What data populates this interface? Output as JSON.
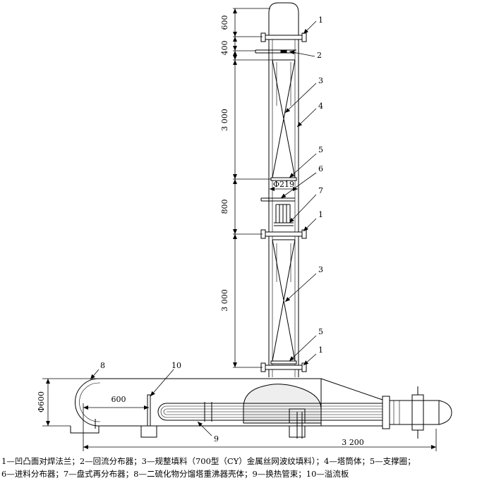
{
  "dimensions": {
    "d600_top": "600",
    "d400": "400",
    "d3000_upper": "3 000",
    "d800": "800",
    "d3000_lower": "3 000",
    "phi219": "Φ219",
    "phi600": "Φ600",
    "d600_horizontal": "600",
    "d3200": "3 200"
  },
  "callouts": {
    "c1a": "1",
    "c2": "2",
    "c3a": "3",
    "c4": "4",
    "c5a": "5",
    "c6": "6",
    "c7": "7",
    "c1b": "1",
    "c3b": "3",
    "c5b": "5",
    "c1c": "1",
    "c8": "8",
    "c9": "9",
    "c10": "10"
  },
  "legend": {
    "line1": "1—凹凸面对焊法兰；2—回流分布器；3—规整填料（700型（CY）金属丝网波纹填料）；4—塔筒体；5—支撑圈；",
    "line2": "6—进料分布器；7—盘式再分布器；8—二硫化物分馏塔重沸器壳体；9—换热管束；10—溢流板"
  }
}
